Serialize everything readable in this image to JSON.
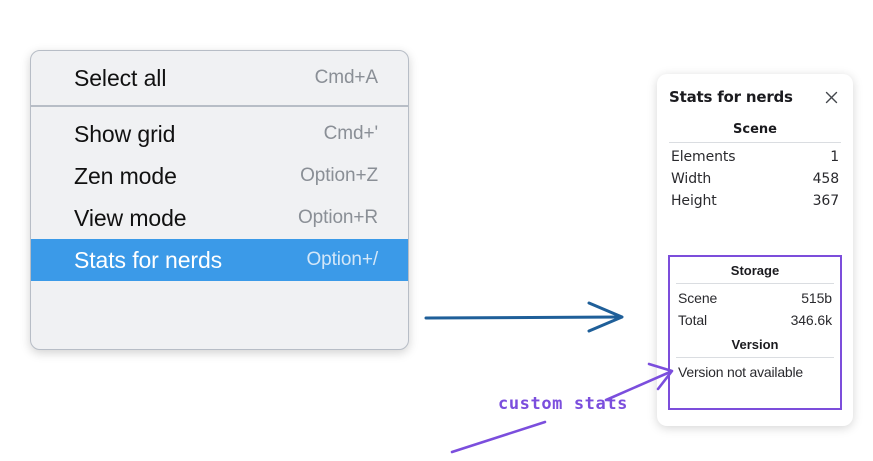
{
  "context_menu": {
    "groups": [
      {
        "items": [
          {
            "label": "Select all",
            "accel": "Cmd+A",
            "selected": false
          }
        ]
      },
      {
        "items": [
          {
            "label": "Show grid",
            "accel": "Cmd+'",
            "selected": false
          },
          {
            "label": "Zen mode",
            "accel": "Option+Z",
            "selected": false
          },
          {
            "label": "View mode",
            "accel": "Option+R",
            "selected": false
          },
          {
            "label": "Stats for nerds",
            "accel": "Option+/",
            "selected": true
          }
        ]
      }
    ],
    "highlight_color": "#3b9ae8"
  },
  "stats_panel": {
    "title": "Stats for nerds",
    "close_icon": "close-icon",
    "sections": [
      {
        "name": "Scene",
        "rows": [
          {
            "key": "Elements",
            "value": "1"
          },
          {
            "key": "Width",
            "value": "458"
          },
          {
            "key": "Height",
            "value": "367"
          }
        ]
      },
      {
        "name": "Storage",
        "rows": [
          {
            "key": "Scene",
            "value": "515b"
          },
          {
            "key": "Total",
            "value": "346.6k"
          }
        ]
      },
      {
        "name": "Version",
        "text": "Version not available"
      }
    ],
    "highlight_border_color": "#7c4ddb"
  },
  "annotations": {
    "hand_label": "custom stats",
    "hand_color": "#7b4edd",
    "arrow_color": "#1f5f99"
  }
}
